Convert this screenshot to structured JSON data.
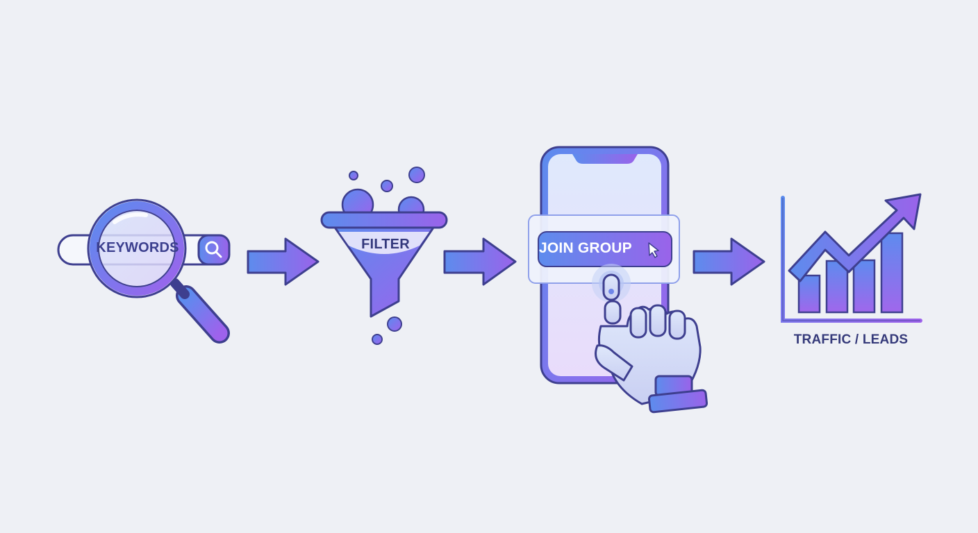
{
  "steps": {
    "search": {
      "label": "KEYWORDS"
    },
    "filter": {
      "label": "FILTER"
    },
    "join": {
      "label": "JOIN GROUP"
    },
    "result": {
      "label": "TRAFFIC / LEADS"
    }
  },
  "icons": {
    "search": "magnifier-search-bar-icon",
    "filter": "funnel-icon",
    "join": "phone-robot-hand-icon",
    "result": "growth-bar-chart-icon",
    "arrow": "right-arrow-icon",
    "cursor": "cursor-icon",
    "search_button": "search-icon"
  },
  "colors": {
    "background": "#eef0f5",
    "outline": "#3e3f8f",
    "blue": "#5b86ec",
    "purple": "#9a62ec",
    "label_text": "#353a7a"
  }
}
